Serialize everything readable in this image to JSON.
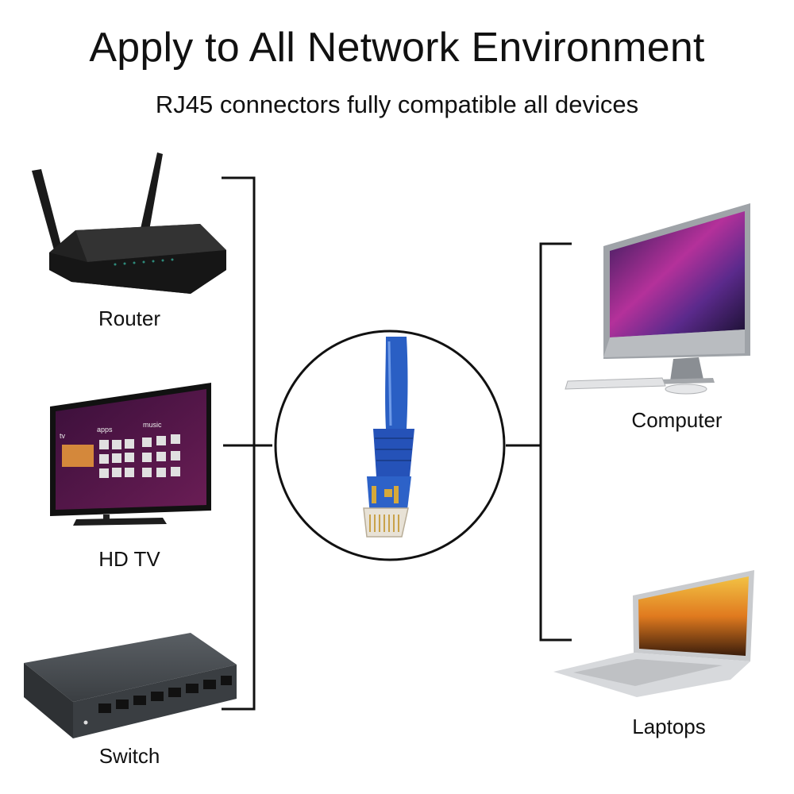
{
  "header": {
    "title": "Apply to All Network Environment",
    "subtitle": "RJ45 connectors fully compatible all devices"
  },
  "devices": {
    "router": {
      "label": "Router",
      "icon": "router-icon"
    },
    "tv": {
      "label": "HD TV",
      "icon": "tv-icon",
      "screen_labels": [
        "tv",
        "apps",
        "music"
      ]
    },
    "switch": {
      "label": "Switch",
      "icon": "switch-icon"
    },
    "computer": {
      "label": "Computer",
      "icon": "desktop-computer-icon"
    },
    "laptop": {
      "label": "Laptops",
      "icon": "laptop-icon"
    }
  },
  "center": {
    "icon": "rj45-connector-icon"
  },
  "colors": {
    "cable_blue": "#2a5fc4",
    "connector_line": "#111111",
    "device_dark": "#1c1c1c",
    "switch_gray": "#4a4e52"
  }
}
